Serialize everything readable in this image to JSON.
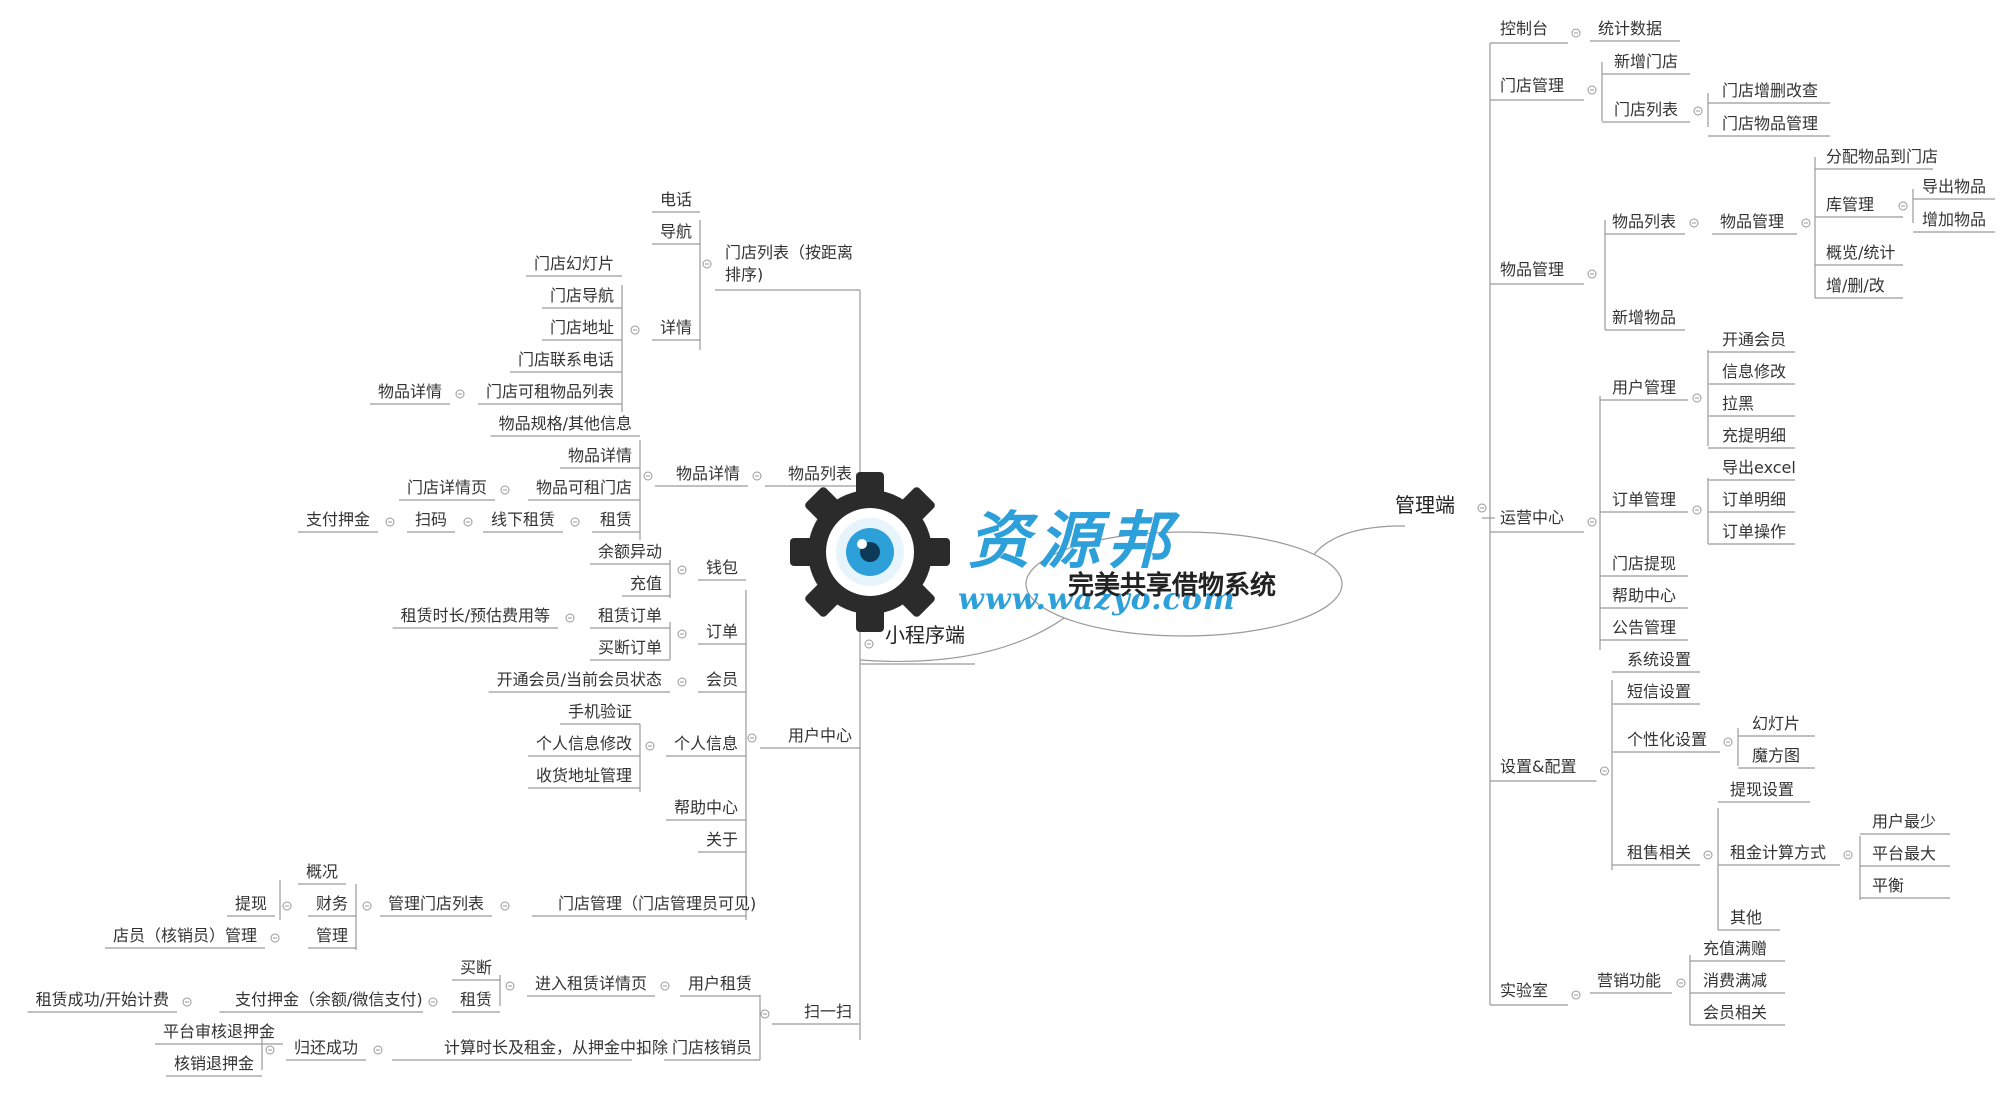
{
  "center": "完美共享借物系统",
  "watermark": {
    "name": "资源邦",
    "url": "www.wazyo.com"
  },
  "colors": {
    "line": "#9a9a9a",
    "logo_blue": "#2d9fd9",
    "gear": "#2b2b2b"
  },
  "left": {
    "label": "小程序端",
    "children": [
      {
        "label": "门店列表（按距离排序)",
        "children": [
          {
            "label": "电话"
          },
          {
            "label": "导航"
          },
          {
            "label": "详情",
            "children": [
              {
                "label": "门店幻灯片"
              },
              {
                "label": "门店导航"
              },
              {
                "label": "门店地址"
              },
              {
                "label": "门店联系电话"
              },
              {
                "label": "门店可租物品列表",
                "children": [
                  {
                    "label": "物品详情"
                  }
                ]
              }
            ]
          }
        ]
      },
      {
        "label": "物品列表",
        "children": [
          {
            "label": "物品详情",
            "children": [
              {
                "label": "物品规格/其他信息"
              },
              {
                "label": "物品详情"
              },
              {
                "label": "物品可租门店",
                "children": [
                  {
                    "label": "门店详情页"
                  }
                ]
              },
              {
                "label": "租赁",
                "children": [
                  {
                    "label": "线下租赁",
                    "children": [
                      {
                        "label": "扫码",
                        "children": [
                          {
                            "label": "支付押金"
                          }
                        ]
                      }
                    ]
                  }
                ]
              }
            ]
          }
        ]
      },
      {
        "label": "用户中心",
        "children": [
          {
            "label": "钱包",
            "children": [
              {
                "label": "余额异动"
              },
              {
                "label": "充值"
              }
            ]
          },
          {
            "label": "订单",
            "children": [
              {
                "label": "租赁订单",
                "children": [
                  {
                    "label": "租赁时长/预估费用等"
                  }
                ]
              },
              {
                "label": "买断订单"
              }
            ]
          },
          {
            "label": "会员",
            "children": [
              {
                "label": "开通会员/当前会员状态"
              }
            ]
          },
          {
            "label": "个人信息",
            "children": [
              {
                "label": "手机验证"
              },
              {
                "label": "个人信息修改"
              },
              {
                "label": "收货地址管理"
              }
            ]
          },
          {
            "label": "帮助中心"
          },
          {
            "label": "关于"
          },
          {
            "label": "门店管理（门店管理员可见)",
            "children": [
              {
                "label": "管理门店列表",
                "children": [
                  {
                    "label": "财务",
                    "children": [
                      {
                        "label": "概况"
                      },
                      {
                        "label": "提现"
                      }
                    ]
                  },
                  {
                    "label": "管理",
                    "children": [
                      {
                        "label": "店员（核销员）管理"
                      }
                    ]
                  }
                ]
              }
            ]
          }
        ]
      },
      {
        "label": "扫一扫",
        "children": [
          {
            "label": "用户租赁",
            "children": [
              {
                "label": "进入租赁详情页",
                "children": [
                  {
                    "label": "买断"
                  },
                  {
                    "label": "租赁",
                    "children": [
                      {
                        "label": "支付押金（余额/微信支付)",
                        "children": [
                          {
                            "label": "租赁成功/开始计费"
                          }
                        ]
                      }
                    ]
                  }
                ]
              }
            ]
          },
          {
            "label": "门店核销员",
            "children": [
              {
                "label": "计算时长及租金，从押金中扣除",
                "children": [
                  {
                    "label": "归还成功",
                    "children": [
                      {
                        "label": "平台审核退押金"
                      },
                      {
                        "label": "核销退押金"
                      }
                    ]
                  }
                ]
              }
            ]
          }
        ]
      }
    ]
  },
  "right": {
    "label": "管理端",
    "children": [
      {
        "label": "控制台",
        "children": [
          {
            "label": "统计数据"
          }
        ]
      },
      {
        "label": "门店管理",
        "children": [
          {
            "label": "新增门店"
          },
          {
            "label": "门店列表",
            "children": [
              {
                "label": "门店增删改查"
              },
              {
                "label": "门店物品管理"
              }
            ]
          }
        ]
      },
      {
        "label": "物品管理",
        "children": [
          {
            "label": "物品列表",
            "children": [
              {
                "label": "物品管理",
                "children": [
                  {
                    "label": "分配物品到门店"
                  },
                  {
                    "label": "库管理",
                    "children": [
                      {
                        "label": "导出物品"
                      },
                      {
                        "label": "增加物品"
                      }
                    ]
                  },
                  {
                    "label": "概览/统计"
                  },
                  {
                    "label": "增/删/改"
                  }
                ]
              }
            ]
          },
          {
            "label": "新增物品"
          }
        ]
      },
      {
        "label": "运营中心",
        "children": [
          {
            "label": "用户管理",
            "children": [
              {
                "label": "开通会员"
              },
              {
                "label": "信息修改"
              },
              {
                "label": "拉黑"
              },
              {
                "label": "充提明细"
              }
            ]
          },
          {
            "label": "订单管理",
            "children": [
              {
                "label": "导出excel"
              },
              {
                "label": "订单明细"
              },
              {
                "label": "订单操作"
              }
            ]
          },
          {
            "label": "门店提现"
          },
          {
            "label": "帮助中心"
          },
          {
            "label": "公告管理"
          }
        ]
      },
      {
        "label": "设置&配置",
        "children": [
          {
            "label": "系统设置"
          },
          {
            "label": "短信设置"
          },
          {
            "label": "个性化设置",
            "children": [
              {
                "label": "幻灯片"
              },
              {
                "label": "魔方图"
              }
            ]
          },
          {
            "label": "租售相关",
            "children": [
              {
                "label": "提现设置"
              },
              {
                "label": "租金计算方式",
                "children": [
                  {
                    "label": "用户最少"
                  },
                  {
                    "label": "平台最大"
                  },
                  {
                    "label": "平衡"
                  }
                ]
              },
              {
                "label": "其他"
              }
            ]
          }
        ]
      },
      {
        "label": "实验室",
        "children": [
          {
            "label": "营销功能",
            "children": [
              {
                "label": "充值满赠"
              },
              {
                "label": "消费满减"
              },
              {
                "label": "会员相关"
              }
            ]
          }
        ]
      }
    ]
  }
}
